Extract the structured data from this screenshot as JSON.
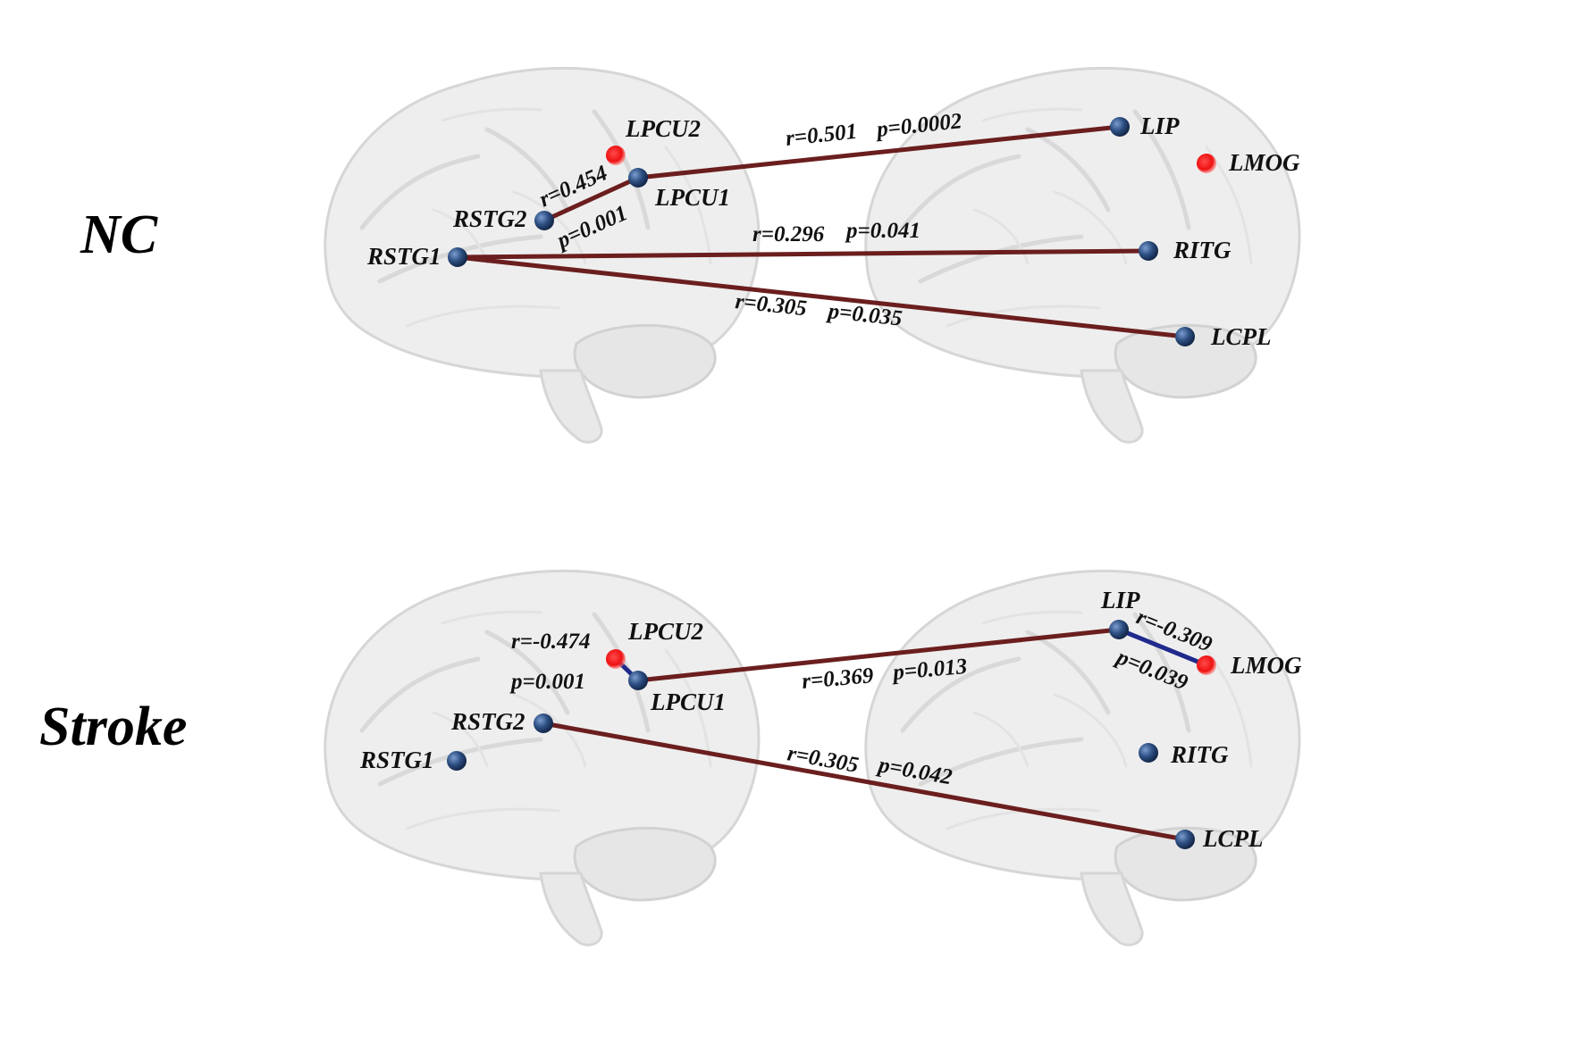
{
  "colors": {
    "node_blue": "#2d4f82",
    "node_red": "#ee1111",
    "edge_positive": "#6b1e1e",
    "edge_negative": "#1f2a8c",
    "brain": "#eeeeee"
  },
  "panels": [
    {
      "label": "NC",
      "nodes": {
        "LPCU2": "LPCU2",
        "LPCU1": "LPCU1",
        "RSTG2": "RSTG2",
        "RSTG1": "RSTG1",
        "LIP": "LIP",
        "LMOG": "LMOG",
        "RITG": "RITG",
        "LCPL": "LCPL"
      },
      "edges": [
        {
          "from": "RSTG2",
          "to": "LPCU1",
          "r": "r=0.454",
          "p": "p=0.001",
          "sign": "positive"
        },
        {
          "from": "LPCU1",
          "to": "LIP",
          "r": "r=0.501",
          "p": "p=0.0002",
          "sign": "positive"
        },
        {
          "from": "RSTG1",
          "to": "RITG",
          "r": "r=0.296",
          "p": "p=0.041",
          "sign": "positive"
        },
        {
          "from": "RSTG1",
          "to": "LCPL",
          "r": "r=0.305",
          "p": "p=0.035",
          "sign": "positive"
        }
      ]
    },
    {
      "label": "Stroke",
      "nodes": {
        "LPCU2": "LPCU2",
        "LPCU1": "LPCU1",
        "RSTG2": "RSTG2",
        "RSTG1": "RSTG1",
        "LIP": "LIP",
        "LMOG": "LMOG",
        "RITG": "RITG",
        "LCPL": "LCPL"
      },
      "edges": [
        {
          "from": "LPCU2",
          "to": "LPCU1",
          "r": "r=-0.474",
          "p": "p=0.001",
          "sign": "negative"
        },
        {
          "from": "LPCU1",
          "to": "LIP",
          "r": "r=0.369",
          "p": "p=0.013",
          "sign": "positive"
        },
        {
          "from": "LIP",
          "to": "LMOG",
          "r": "r=-0.309",
          "p": "p=0.039",
          "sign": "negative"
        },
        {
          "from": "RSTG2",
          "to": "LCPL",
          "r": "r=0.305",
          "p": "p=0.042",
          "sign": "positive"
        }
      ]
    }
  ]
}
